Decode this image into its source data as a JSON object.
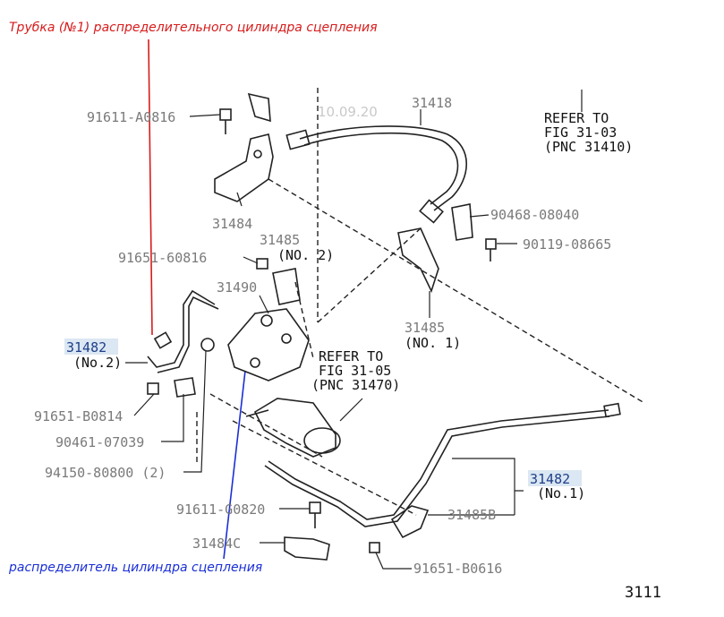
{
  "annotations": {
    "red_note": "Трубка  (№1) распределительного цилиндра сцепления",
    "blue_note": "распределитель цилиндра сцепления",
    "red_color": "#d81b1b",
    "blue_color": "#1a2fd6"
  },
  "watermark": "10.09.20",
  "figure_number": "3111",
  "refs": {
    "ref1": {
      "line1": "REFER TO",
      "line2": "FIG 31-03",
      "line3": "(PNC 31410)"
    },
    "ref2": {
      "line1": "REFER TO",
      "line2": "FIG 31-05",
      "line3": "(PNC 31470)"
    }
  },
  "parts": {
    "p91611_a0816": "91611-A0816",
    "p31418": "31418",
    "p31484": "31484",
    "p31485_top": "31485",
    "p31485_top_sub": "(NO. 2)",
    "p91651_60816": "91651-60816",
    "p31490": "31490",
    "p90468_08040": "90468-08040",
    "p90119_08665": "90119-08665",
    "p31485_mid": "31485",
    "p31485_mid_sub": "(NO. 1)",
    "p31482_no2": "31482",
    "p31482_no2_sub": "(No.2)",
    "p91651_b0814": "91651-B0814",
    "p90461_07039": "90461-07039",
    "p94150_80800": "94150-80800 (2)",
    "p31482_no1": "31482",
    "p31482_no1_sub": "(No.1)",
    "p91611_g0820": "91611-G0820",
    "p31485b": "31485B",
    "p31484c": "31484C",
    "p91651_b0616": "91651-B0616"
  }
}
